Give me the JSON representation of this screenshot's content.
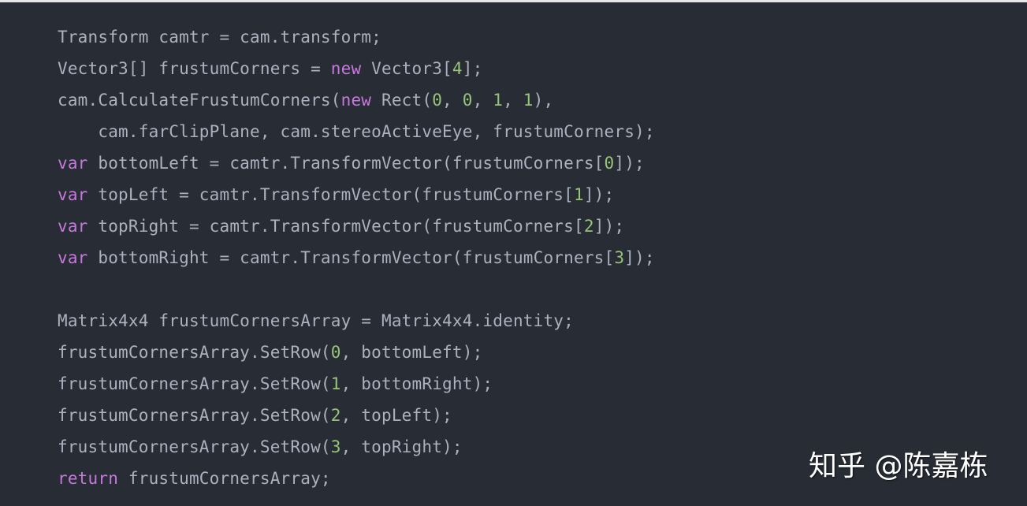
{
  "colors": {
    "background": "#282c34",
    "top_strip": "#e6e6e6",
    "plain_text": "#abb2bf",
    "keyword": "#c678dd",
    "number": "#98c379",
    "watermark": "#ffffff"
  },
  "code": {
    "language": "C#",
    "lines": [
      {
        "tokens": [
          {
            "t": "Transform camtr = cam.transform;",
            "k": "plain"
          }
        ]
      },
      {
        "tokens": [
          {
            "t": "Vector3[] frustumCorners = ",
            "k": "plain"
          },
          {
            "t": "new",
            "k": "kw"
          },
          {
            "t": " Vector3[",
            "k": "plain"
          },
          {
            "t": "4",
            "k": "num"
          },
          {
            "t": "];",
            "k": "plain"
          }
        ]
      },
      {
        "tokens": [
          {
            "t": "cam.CalculateFrustumCorners(",
            "k": "plain"
          },
          {
            "t": "new",
            "k": "kw"
          },
          {
            "t": " Rect(",
            "k": "plain"
          },
          {
            "t": "0",
            "k": "num"
          },
          {
            "t": ", ",
            "k": "plain"
          },
          {
            "t": "0",
            "k": "num"
          },
          {
            "t": ", ",
            "k": "plain"
          },
          {
            "t": "1",
            "k": "num"
          },
          {
            "t": ", ",
            "k": "plain"
          },
          {
            "t": "1",
            "k": "num"
          },
          {
            "t": "),",
            "k": "plain"
          }
        ]
      },
      {
        "tokens": [
          {
            "t": "    cam.farClipPlane, cam.stereoActiveEye, frustumCorners);",
            "k": "plain"
          }
        ]
      },
      {
        "tokens": [
          {
            "t": "var",
            "k": "kw"
          },
          {
            "t": " bottomLeft = camtr.TransformVector(frustumCorners[",
            "k": "plain"
          },
          {
            "t": "0",
            "k": "num"
          },
          {
            "t": "]);",
            "k": "plain"
          }
        ]
      },
      {
        "tokens": [
          {
            "t": "var",
            "k": "kw"
          },
          {
            "t": " topLeft = camtr.TransformVector(frustumCorners[",
            "k": "plain"
          },
          {
            "t": "1",
            "k": "num"
          },
          {
            "t": "]);",
            "k": "plain"
          }
        ]
      },
      {
        "tokens": [
          {
            "t": "var",
            "k": "kw"
          },
          {
            "t": " topRight = camtr.TransformVector(frustumCorners[",
            "k": "plain"
          },
          {
            "t": "2",
            "k": "num"
          },
          {
            "t": "]);",
            "k": "plain"
          }
        ]
      },
      {
        "tokens": [
          {
            "t": "var",
            "k": "kw"
          },
          {
            "t": " bottomRight = camtr.TransformVector(frustumCorners[",
            "k": "plain"
          },
          {
            "t": "3",
            "k": "num"
          },
          {
            "t": "]);",
            "k": "plain"
          }
        ]
      },
      {
        "tokens": [
          {
            "t": "",
            "k": "plain"
          }
        ]
      },
      {
        "tokens": [
          {
            "t": "Matrix4x4 frustumCornersArray = Matrix4x4.identity;",
            "k": "plain"
          }
        ]
      },
      {
        "tokens": [
          {
            "t": "frustumCornersArray.SetRow(",
            "k": "plain"
          },
          {
            "t": "0",
            "k": "num"
          },
          {
            "t": ", bottomLeft);",
            "k": "plain"
          }
        ]
      },
      {
        "tokens": [
          {
            "t": "frustumCornersArray.SetRow(",
            "k": "plain"
          },
          {
            "t": "1",
            "k": "num"
          },
          {
            "t": ", bottomRight);",
            "k": "plain"
          }
        ]
      },
      {
        "tokens": [
          {
            "t": "frustumCornersArray.SetRow(",
            "k": "plain"
          },
          {
            "t": "2",
            "k": "num"
          },
          {
            "t": ", topLeft);",
            "k": "plain"
          }
        ]
      },
      {
        "tokens": [
          {
            "t": "frustumCornersArray.SetRow(",
            "k": "plain"
          },
          {
            "t": "3",
            "k": "num"
          },
          {
            "t": ", topRight);",
            "k": "plain"
          }
        ]
      },
      {
        "tokens": [
          {
            "t": "return",
            "k": "kw"
          },
          {
            "t": " frustumCornersArray;",
            "k": "plain"
          }
        ]
      }
    ]
  },
  "watermark": {
    "text": "知乎 @陈嘉栋"
  }
}
